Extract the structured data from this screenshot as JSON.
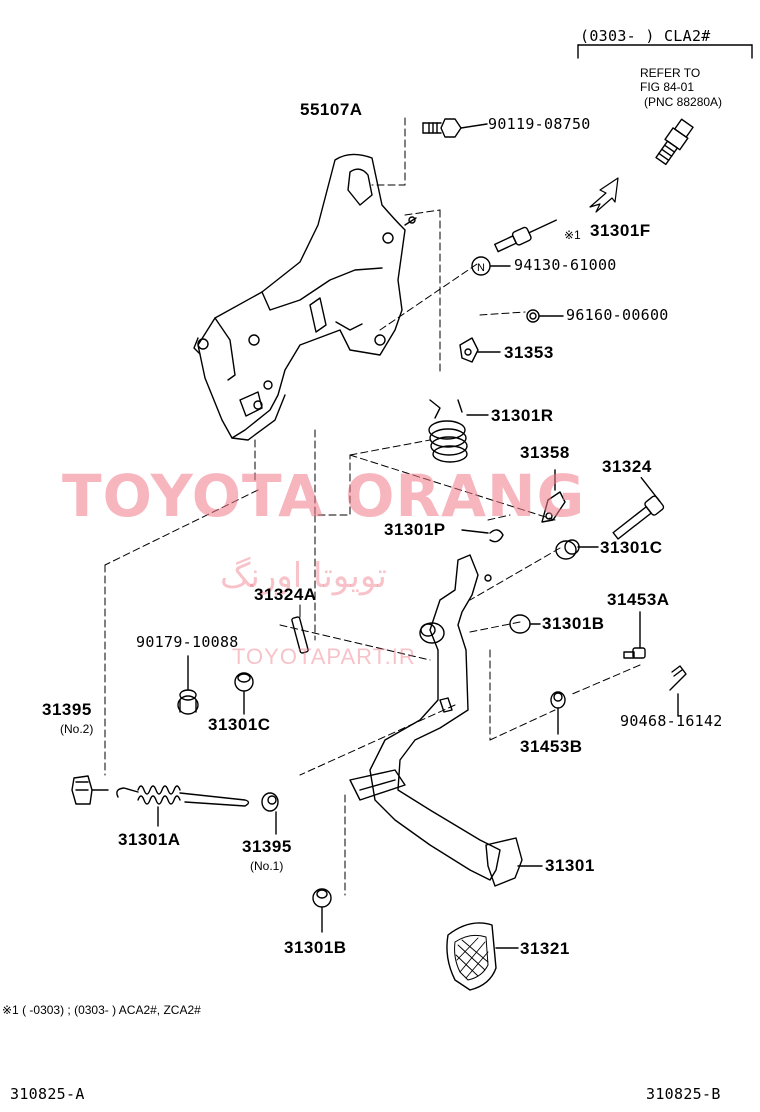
{
  "header": {
    "range": "(0303-      ) CLA2#",
    "refer_line1": "REFER TO",
    "refer_line2": "FIG 84-01",
    "refer_line3": "(PNC 88280A)"
  },
  "parts": {
    "p55107A": "55107A",
    "p90119": "90119-08750",
    "p31301F": "31301F",
    "p31301F_note": "※1",
    "p94130": "94130-61000",
    "p96160": "96160-00600",
    "p31353": "31353",
    "p31301R": "31301R",
    "p31358": "31358",
    "p31324": "31324",
    "p31301P": "31301P",
    "p31301C_a": "31301C",
    "p31324A": "31324A",
    "p31453A": "31453A",
    "p31301B_a": "31301B",
    "p90179": "90179-10088",
    "p31395_no2": "31395",
    "p31395_no2_sub": "(No.2)",
    "p31301C_b": "31301C",
    "p90468": "90468-16142",
    "p31453B": "31453B",
    "p31301A": "31301A",
    "p31395_no1": "31395",
    "p31395_no1_sub": "(No.1)",
    "p31301": "31301",
    "p31301B_b": "31301B",
    "p31321": "31321"
  },
  "watermark": {
    "latin": "TOYOTA ORANG",
    "persian": "تویوتا اورنگ",
    "site": "TOYOTAPART.IR"
  },
  "footnote": "※1 (      -0303) ; (0303-      ) ACA2#, ZCA2#",
  "footer": {
    "left_code": "310825-A",
    "right_code": "310825-B"
  },
  "colors": {
    "line": "#000000",
    "watermark": "#f07887"
  }
}
